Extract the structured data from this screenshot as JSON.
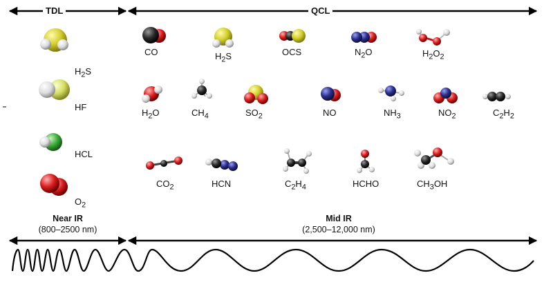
{
  "headers": {
    "tdl": "TDL",
    "qcl": "QCL"
  },
  "regions": {
    "near": {
      "title": "Near IR",
      "range": "(800–2500 nm)"
    },
    "mid": {
      "title": "Mid IR",
      "range": "(2,500–12,000 nm)"
    }
  },
  "molecules": {
    "h2s_left": {
      "label": "H",
      "sub": "2",
      "rest": "S"
    },
    "hf": {
      "label": "HF"
    },
    "hcl": {
      "label": "HCL"
    },
    "o2": {
      "label": "O",
      "sub": "2",
      "rest": ""
    },
    "co": {
      "label": "CO"
    },
    "h2s": {
      "label": "H",
      "sub": "2",
      "rest": "S"
    },
    "ocs": {
      "label": "OCS"
    },
    "n2o": {
      "label": "N",
      "sub": "2",
      "rest": "O"
    },
    "h2o2": {
      "label": "H",
      "sub": "2",
      "rest": "O",
      "sub2": "2"
    },
    "h2o": {
      "label": "H",
      "sub": "2",
      "rest": "O"
    },
    "ch4": {
      "label": "CH",
      "sub": "4",
      "rest": ""
    },
    "so2": {
      "label": "SO",
      "sub": "2",
      "rest": ""
    },
    "no": {
      "label": "NO"
    },
    "nh3": {
      "label": "NH",
      "sub": "3",
      "rest": ""
    },
    "no2": {
      "label": "NO",
      "sub": "2",
      "rest": ""
    },
    "c2h2": {
      "label": "C",
      "sub": "2",
      "rest": "H",
      "sub2": "2"
    },
    "co2": {
      "label": "CO",
      "sub": "2",
      "rest": ""
    },
    "hcn": {
      "label": "HCN"
    },
    "c2h4": {
      "label": "C",
      "sub": "2",
      "rest": "H",
      "sub2": "4"
    },
    "hcho": {
      "label": "HCHO"
    },
    "ch3oh": {
      "label": "CH",
      "sub": "3",
      "rest": "OH"
    }
  },
  "colors": {
    "sulfur": "#d4cf2a",
    "hydrogen": "#e8e8e8",
    "oxygen": "#d81e1e",
    "carbon": "#2a2a2a",
    "nitrogen": "#2b2f8c",
    "chlorine": "#3fae3c",
    "fluorine": "#d6de63"
  }
}
